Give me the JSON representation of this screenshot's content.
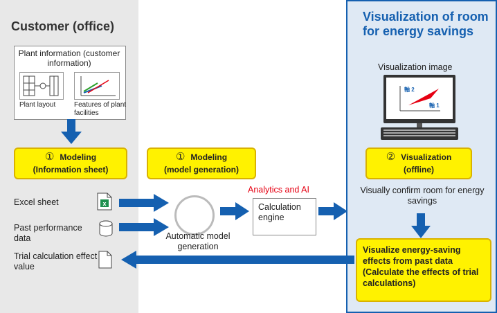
{
  "left_title": "Customer (office)",
  "right_title": "Visualization of room for energy savings",
  "plant_info": {
    "title": "Plant information (customer information)",
    "layout_caption": "Plant layout",
    "features_caption": "Features of plant facilities"
  },
  "modeling_sheet": {
    "num": "①",
    "line1": "Modeling",
    "line2": "(Information sheet)"
  },
  "modeling_gen": {
    "num": "①",
    "line1": "Modeling",
    "line2": "(model generation)"
  },
  "visualization": {
    "num": "②",
    "line1": "Visualization",
    "line2": "(offline)"
  },
  "vis_image_label": "Visualization image",
  "monitor_axis1": "軸 1",
  "monitor_axis2": "軸 2",
  "inputs": {
    "excel": "Excel sheet",
    "past": "Past performance data",
    "trial": "Trial calculation effect value"
  },
  "analytics_label": "Analytics and AI",
  "calc_engine": "Calculation engine",
  "auto_model": "Automatic model generation",
  "confirm_text": "Visually confirm room for energy savings",
  "effects_text": "Visualize energy-saving effects from past data (Calculate the effects of trial calculations)",
  "colors": {
    "accent": "#1560b0",
    "highlight": "#fff200",
    "analytics": "#e60012"
  }
}
